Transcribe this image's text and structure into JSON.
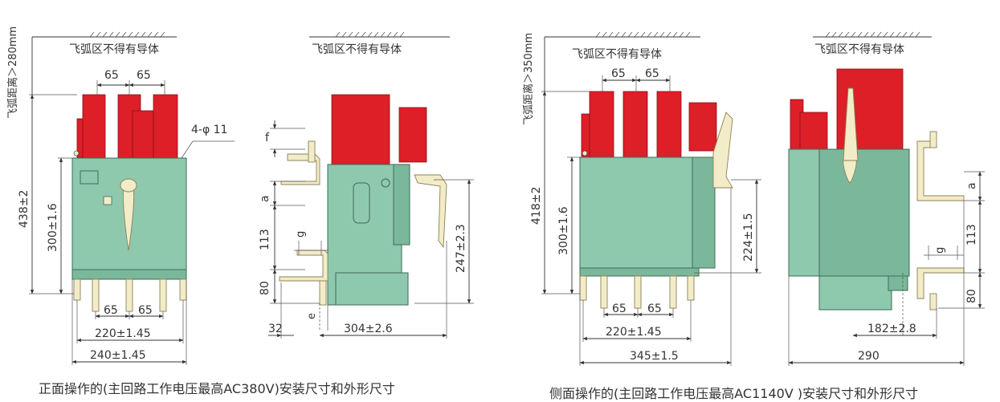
{
  "colors": {
    "body_green": "#8ec8ad",
    "terminal_red": "#dd1f28",
    "handle_cream": "#f3ecc8",
    "line": "#333333"
  },
  "arc_zone_label": "飞弧区不得有导体",
  "left": {
    "arc_distance": "飞弧距离＞280mm",
    "dim_top_65a": "65",
    "dim_top_65b": "65",
    "mount_holes": "4-φ 11",
    "height_total": "438±2",
    "height_body": "300±1.6",
    "dim_bot_65a": "65",
    "dim_bot_65b": "65",
    "width_220": "220±1.45",
    "width_240": "240±1.45",
    "side_f": "f",
    "side_a": "a",
    "side_113": "113",
    "side_g": "g",
    "side_80": "80",
    "side_e": "e",
    "side_32": "32",
    "side_247": "247±2.3",
    "side_304": "304±2.6",
    "caption": "正面操作的(主回路工作电压最高AC380V)安装尺寸和外形尺寸"
  },
  "right": {
    "arc_distance": "飞弧距离＞350mm",
    "dim_top_65a": "65",
    "dim_top_65b": "65",
    "height_total": "418±2",
    "height_body": "300±1.6",
    "dim_bot_65a": "65",
    "dim_bot_65b": "65",
    "width_220": "220±1.45",
    "width_345": "345±1.5",
    "side_224": "224±1.5",
    "side_a": "a",
    "side_113": "113",
    "side_g": "g",
    "side_80": "80",
    "side_182": "182±2.8",
    "side_290": "290",
    "caption": "侧面操作的(主回路工作电压最高AC1140V )安装尺寸和外形尺寸"
  }
}
